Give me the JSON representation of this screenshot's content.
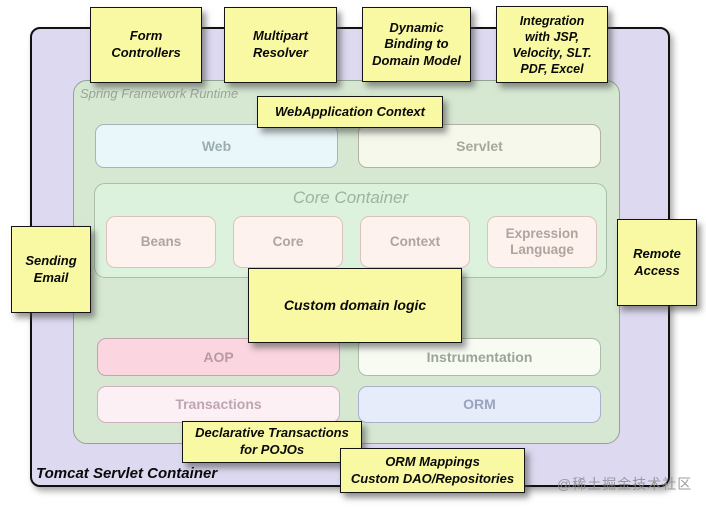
{
  "palette": {
    "note_bg": "#f9f9a3",
    "outer_bg": "#dcd9f0",
    "runtime_bg": "#d6e8d2",
    "core_container_bg": "#ddf2dd",
    "web_bg": "#e9f7fa",
    "servlet_bg": "#f5f8eb",
    "beans_row_bg": "#fdf2ed",
    "aop_bg": "#fbd5df",
    "instrumentation_bg": "#f7fbf2",
    "transactions_bg": "#fdf0f5",
    "orm_bg": "#e6ecf9"
  },
  "container": {
    "label": "Tomcat Servlet Container"
  },
  "runtime": {
    "label": "Spring Framework Runtime"
  },
  "modules": {
    "web": "Web",
    "servlet": "Servlet",
    "core_container": "Core Container",
    "beans": "Beans",
    "core": "Core",
    "context": "Context",
    "expression_language": "Expression\nLanguage",
    "aop": "AOP",
    "instrumentation": "Instrumentation",
    "transactions": "Transactions",
    "orm": "ORM"
  },
  "notes": {
    "form_controllers": "Form\nControllers",
    "multipart_resolver": "Multipart\nResolver",
    "dynamic_binding": "Dynamic\nBinding to\nDomain Model",
    "integration": "Integration\nwith JSP,\nVelocity, SLT.\nPDF, Excel",
    "webapplication_context": "WebApplication Context",
    "sending_email": "Sending\nEmail",
    "remote_access": "Remote\nAccess",
    "custom_domain_logic": "Custom domain logic",
    "declarative_transactions": "Declarative Transactions\nfor POJOs",
    "orm_mappings": "ORM Mappings\nCustom DAO/Repositories"
  },
  "watermark": "@稀土掘金技术社区"
}
